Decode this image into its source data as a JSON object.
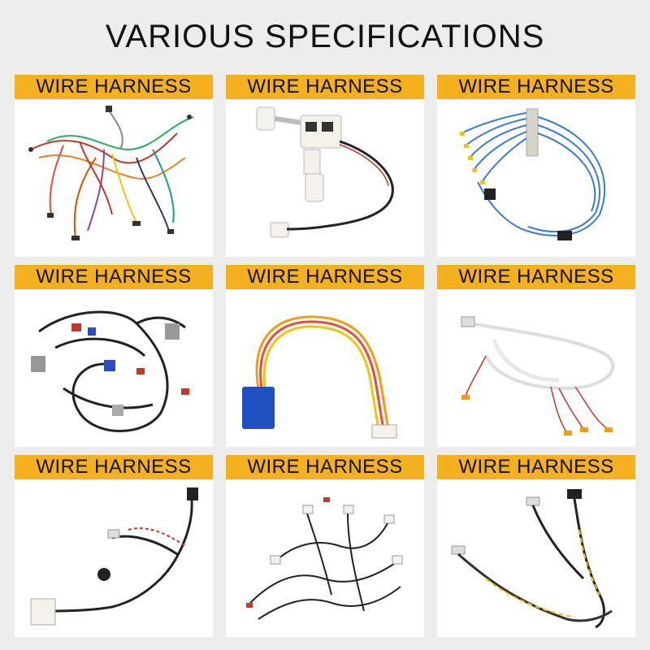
{
  "page": {
    "title": "VARIOUS SPECIFICATIONS"
  },
  "products": [
    {
      "label": "WIRE HARNESS",
      "image": "multicolor-wire-loom"
    },
    {
      "label": "WIRE HARNESS",
      "image": "white-connector-harness"
    },
    {
      "label": "WIRE HARNESS",
      "image": "blue-wire-ribbon-harness"
    },
    {
      "label": "WIRE HARNESS",
      "image": "black-automotive-harness"
    },
    {
      "label": "WIRE HARNESS",
      "image": "red-yellow-wire-blue-connector"
    },
    {
      "label": "WIRE HARNESS",
      "image": "white-sleeved-terminal-harness"
    },
    {
      "label": "WIRE HARNESS",
      "image": "black-twisted-pair-harness"
    },
    {
      "label": "WIRE HARNESS",
      "image": "black-engine-loom"
    },
    {
      "label": "WIRE HARNESS",
      "image": "yellow-black-cable-assembly"
    }
  ],
  "colors": {
    "label_bg": "#f5b020",
    "page_bg": "#ededed",
    "card_bg": "#ffffff"
  }
}
